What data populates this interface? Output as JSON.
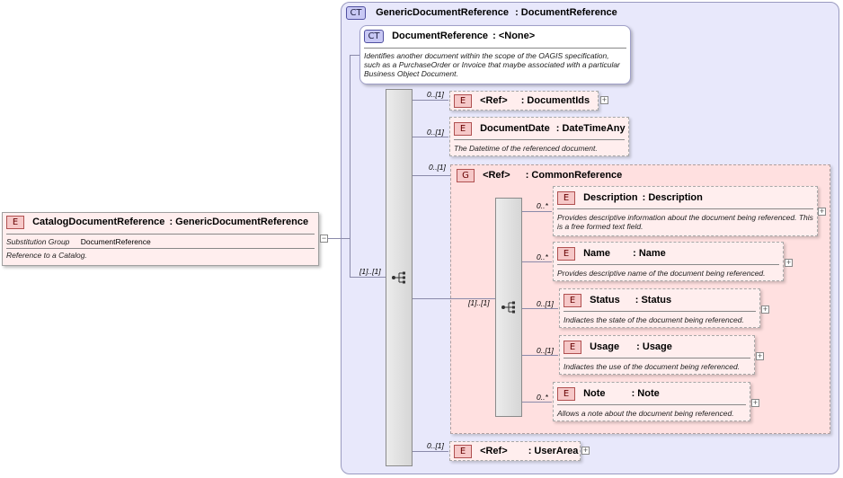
{
  "root": {
    "badge": "E",
    "name": "CatalogDocumentReference",
    "type": ": GenericDocumentReference",
    "subst_label": "Substitution Group",
    "subst_value": "DocumentReference",
    "doc": "Reference to a Catalog.",
    "toggle": "−"
  },
  "complex_type": {
    "badge": "CT",
    "name": "GenericDocumentReference",
    "type": ": DocumentReference"
  },
  "base_type": {
    "badge": "CT",
    "name": "DocumentReference",
    "type": ": <None>",
    "doc": "Identifies another document within the scope of the OAGIS specification, such as a PurchaseOrder or Invoice that maybe associated with a particular Business Object Document."
  },
  "sequence": {
    "cardinality": "[1]..[1]"
  },
  "children": [
    {
      "card": "0..[1]",
      "badge": "E",
      "name": "<Ref>",
      "type": ": DocumentIds",
      "doc": ""
    },
    {
      "card": "0..[1]",
      "badge": "E",
      "name": "DocumentDate",
      "type": ": DateTimeAny",
      "doc": "The Datetime of the referenced document."
    },
    {
      "card": "0..[1]",
      "badge": "E",
      "name": "<Ref>",
      "type": ": UserArea",
      "doc": ""
    }
  ],
  "group": {
    "card": "0..[1]",
    "badge": "G",
    "name": "<Ref>",
    "type": ": CommonReference",
    "seq_card": "[1]..[1]",
    "items": [
      {
        "card": "0..*",
        "badge": "E",
        "name": "Description",
        "type": ": Description",
        "doc": "Provides descriptive information about the document being referenced. This is a free formed text field."
      },
      {
        "card": "0..*",
        "badge": "E",
        "name": "Name",
        "type": ": Name",
        "doc": "Provides descriptive name of the document being referenced."
      },
      {
        "card": "0..[1]",
        "badge": "E",
        "name": "Status",
        "type": ": Status",
        "doc": "Indiactes the state of the document being referenced."
      },
      {
        "card": "0..[1]",
        "badge": "E",
        "name": "Usage",
        "type": ": Usage",
        "doc": "Indiactes the use of the document being referenced."
      },
      {
        "card": "0..*",
        "badge": "E",
        "name": "Note",
        "type": ": Note",
        "doc": "Allows a note about the document being referenced."
      }
    ]
  },
  "expand_icon": "+"
}
